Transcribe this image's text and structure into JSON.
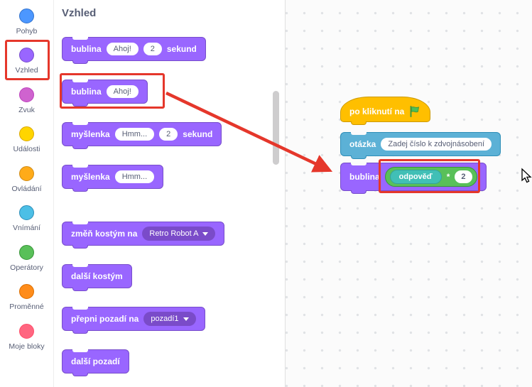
{
  "app_title": "Scratch editor - Vzhled palette (Czech)",
  "colors": {
    "looks": "#9966FF",
    "looks_border": "#774DCB",
    "looks_dropdown": "#7A4BC9",
    "events": "#FFBF00",
    "events_border": "#CC9900",
    "sensing": "#5CB1D6",
    "sensing_border": "#2E8EB8",
    "operators": "#59C059",
    "operators_border": "#389438",
    "answer_reporter": "#41BFB6",
    "annotation_red": "#E5372B",
    "label_gray": "#575E75"
  },
  "sidebar": {
    "categories": [
      {
        "label": "Pohyb",
        "color": "#4C97FF",
        "border": "#3373CC",
        "selected": false
      },
      {
        "label": "Vzhled",
        "color": "#9966FF",
        "border": "#774DCB",
        "selected": true
      },
      {
        "label": "Zvuk",
        "color": "#CF63CF",
        "border": "#BD42BD",
        "selected": false
      },
      {
        "label": "Události",
        "color": "#FFD500",
        "border": "#DBA800",
        "selected": false
      },
      {
        "label": "Ovládání",
        "color": "#FFAB19",
        "border": "#CF8B17",
        "selected": false
      },
      {
        "label": "Vnímání",
        "color": "#4CBFE6",
        "border": "#2E8EB8",
        "selected": false
      },
      {
        "label": "Operátory",
        "color": "#59C059",
        "border": "#389438",
        "selected": false
      },
      {
        "label": "Proměnné",
        "color": "#FF8C1A",
        "border": "#DB6E00",
        "selected": false
      },
      {
        "label": "Moje bloky",
        "color": "#FF6680",
        "border": "#FF4D6A",
        "selected": false
      }
    ]
  },
  "palette": {
    "header": "Vzhled",
    "blocks": [
      {
        "label1": "bublina",
        "input1": "Ahoj!",
        "input2": "2",
        "label2": "sekund"
      },
      {
        "label1": "bublina",
        "input1": "Ahoj!"
      },
      {
        "label1": "myšlenka",
        "input1": "Hmm...",
        "input2": "2",
        "label2": "sekund"
      },
      {
        "label1": "myšlenka",
        "input1": "Hmm..."
      },
      {
        "label1": "změň kostým na",
        "dropdown": "Retro Robot A"
      },
      {
        "label1": "další kostým"
      },
      {
        "label1": "přepni pozadí na",
        "dropdown": "pozadí1"
      },
      {
        "label1": "další pozadí"
      }
    ]
  },
  "script": {
    "hat_label": "po kliknutí na",
    "hat_icon": "green-flag",
    "ask_label": "otázka",
    "ask_value": "Zadej číslo k zdvojnásobení",
    "say_label": "bublina",
    "answer_label": "odpověď",
    "operator_symbol": "*",
    "operand_value": "2"
  },
  "annotations": {
    "highlight_color": "#E5372B",
    "highlights": [
      "sidebar-category-vzhled",
      "palette-block-bublina",
      "script-operator-expression"
    ],
    "arrow": "from highlighted palette block to script say block",
    "cursor": "mouse-pointer at right edge"
  }
}
